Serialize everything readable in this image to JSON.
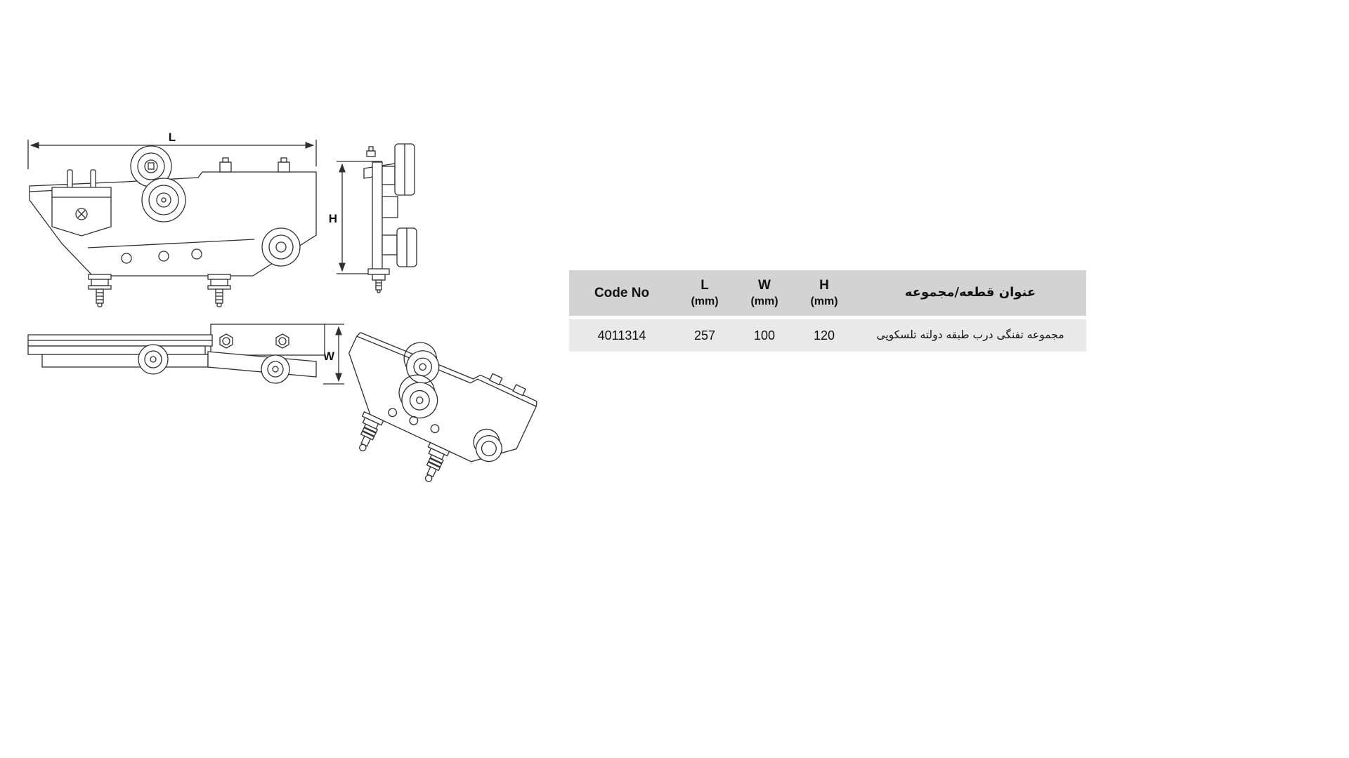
{
  "colors": {
    "header_bg": "#d3d3d3",
    "row_bg": "#e9e9e9",
    "line": "#2f2f2f",
    "text": "#111111"
  },
  "drawing": {
    "dim_labels": {
      "l": "L",
      "h": "H",
      "w": "W"
    }
  },
  "table": {
    "header": {
      "code_no": "Code No",
      "cols": [
        {
          "label": "L",
          "unit": "(mm)"
        },
        {
          "label": "W",
          "unit": "(mm)"
        },
        {
          "label": "H",
          "unit": "(mm)"
        }
      ],
      "title_fa": "عنوان قطعه/مجموعه"
    },
    "row": {
      "code_no": "4011314",
      "l_mm": "257",
      "w_mm": "100",
      "h_mm": "120",
      "title_fa": "مجموعه تفنگی درب طبقه دولته تلسکوپی"
    }
  }
}
